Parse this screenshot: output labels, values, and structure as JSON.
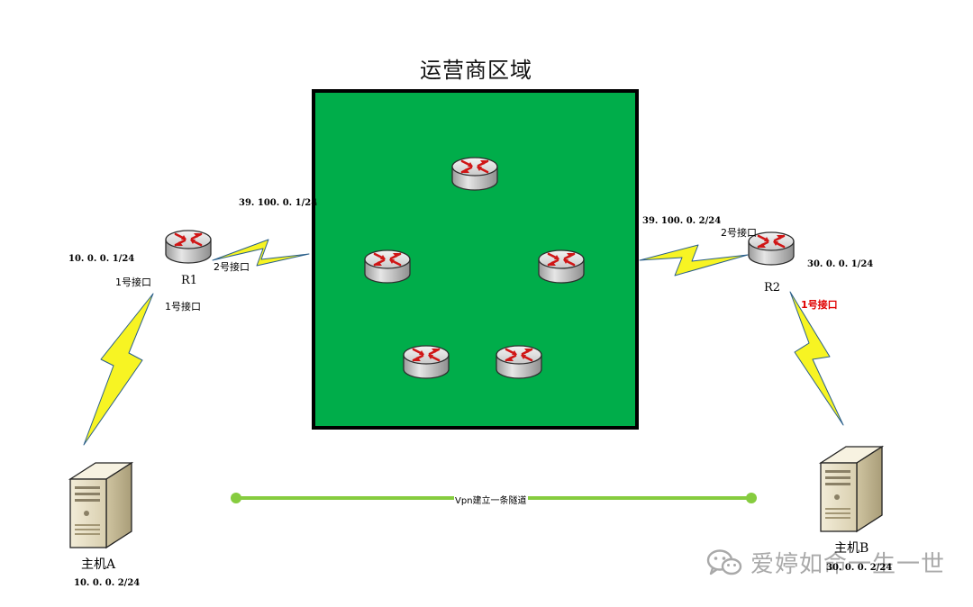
{
  "title": "运营商区域",
  "colors": {
    "carrier_fill": "#00ad4a",
    "bolt_fill": "#f7f423",
    "bolt_stroke": "#2a5f8a",
    "tunnel": "#86cc3f",
    "port_r2_1": "#e00000",
    "watermark": "#a9a9a9"
  },
  "carrier": {
    "router_count": 5,
    "icon": "router-icon"
  },
  "r1": {
    "name": "R1",
    "port2_label": "2号接口",
    "port1_label_upper": "1号接口",
    "port1_label_lower": "1号接口",
    "wan_ip": "39. 100. 0. 1/24",
    "lan_ip": "10. 0. 0. 1/24"
  },
  "r2": {
    "name": "R2",
    "port2_label": "2号接口",
    "port1_label": "1号接口",
    "wan_ip": "39. 100. 0. 2/24",
    "lan_ip": "30. 0. 0. 1/24"
  },
  "host_a": {
    "name": "主机A",
    "ip": "10. 0. 0. 2/24",
    "icon": "server-icon"
  },
  "host_b": {
    "name": "主机B",
    "ip": "30. 0. 0. 2/24",
    "icon": "server-icon"
  },
  "tunnel": {
    "label": "Vpn建立一条隧道"
  },
  "watermark": {
    "text": "爱婷如命一生一世",
    "icon": "wechat-icon"
  }
}
